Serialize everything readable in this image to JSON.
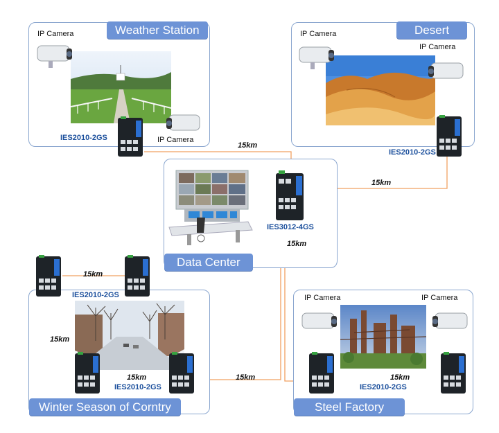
{
  "sites": {
    "weather_station": {
      "title": "Weather Station",
      "camera_labels": [
        "IP Camera",
        "IP Camera"
      ],
      "switch_model": "IES2010-2GS"
    },
    "desert": {
      "title": "Desert",
      "camera_labels": [
        "IP Camera",
        "IP Camera"
      ],
      "switch_model": "IES2010-2GS"
    },
    "data_center": {
      "title": "Data Center",
      "switch_model": "IES3012-4GS"
    },
    "winter": {
      "title": "Winter Season of Corntry",
      "switch_model_top": "IES2010-2GS",
      "switch_model_bottom": "IES2010-2GS"
    },
    "steel_factory": {
      "title": "Steel Factory",
      "camera_labels": [
        "IP Camera",
        "IP Camera"
      ],
      "switch_model": "IES2010-2GS"
    }
  },
  "links": {
    "weather_to_dc": "15km",
    "desert_to_dc": "15km",
    "dc_down": "15km",
    "winter_top": "15km",
    "winter_left": "15km",
    "winter_bottom": "15km",
    "winter_to_dc": "15km",
    "steel_link": "15km"
  },
  "colors": {
    "fiber": "#f0a060",
    "ethernet": "#39a9d9",
    "panel_border": "#8aa6cf",
    "tag_bg": "#6d93d6",
    "model_text": "#1b4f9c"
  }
}
